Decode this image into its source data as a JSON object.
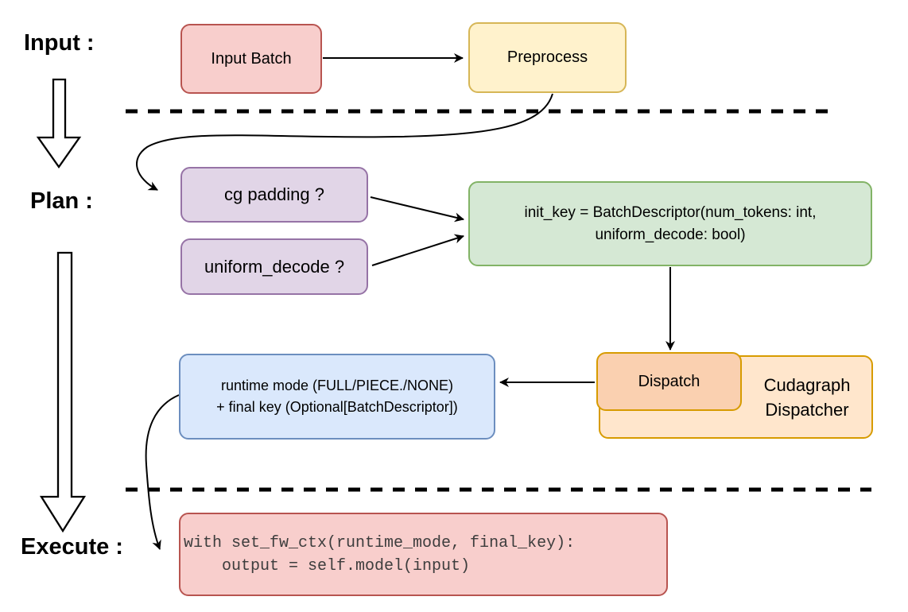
{
  "labels": {
    "input": "Input :",
    "plan": "Plan :",
    "execute": "Execute :"
  },
  "nodes": {
    "input_batch": {
      "label": "Input Batch"
    },
    "preprocess": {
      "label": "Preprocess"
    },
    "cg_padding": {
      "label": "cg padding ?"
    },
    "uniform_decode": {
      "label": "uniform_decode ?"
    },
    "init_key": {
      "line1": "init_key = BatchDescriptor(num_tokens: int,",
      "line2": "uniform_decode: bool)"
    },
    "dispatch": {
      "label": "Dispatch"
    },
    "cudagraph_dispatcher": {
      "line1": "Cudagraph",
      "line2": "Dispatcher"
    },
    "runtime_mode": {
      "line1": "runtime mode (FULL/PIECE./NONE)",
      "line2": "+ final key (Optional[BatchDescriptor])"
    },
    "execute_code": {
      "line1": "with set_fw_ctx(runtime_mode, final_key):",
      "line2": "    output = self.model(input)"
    }
  },
  "colors": {
    "red_fill": "#f8cecc",
    "red_stroke": "#b85450",
    "yellow_fill": "#fff2cc",
    "yellow_stroke": "#d6b656",
    "purple_fill": "#e1d5e7",
    "purple_stroke": "#9673a6",
    "green_fill": "#d5e8d4",
    "green_stroke": "#82b366",
    "blue_fill": "#dae8fc",
    "blue_stroke": "#6c8ebf",
    "orange_fill": "#ffe6cc",
    "orange_stroke": "#d79b00",
    "dispatch_fill": "#fad0b0",
    "connector": "#000000",
    "code_text": "#3d3d3d"
  }
}
